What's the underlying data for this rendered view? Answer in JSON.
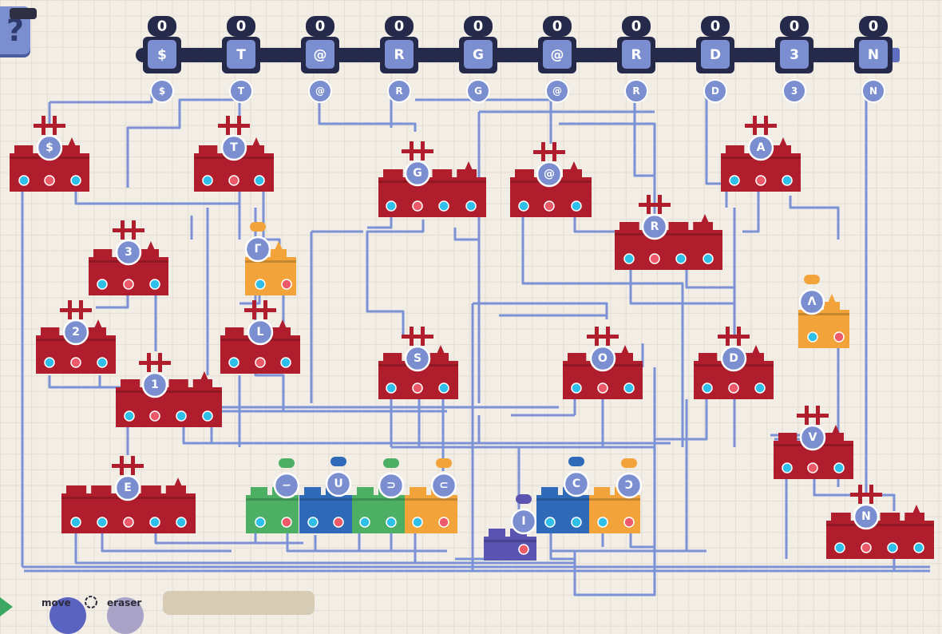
{
  "tape": {
    "counters": [
      "0",
      "0",
      "0",
      "0",
      "0",
      "0",
      "0",
      "0",
      "0",
      "0"
    ],
    "symbols": [
      "$",
      "T",
      "@",
      "R",
      "G",
      "@",
      "R",
      "D",
      "3",
      "N"
    ],
    "outputs": [
      "$",
      "T",
      "@",
      "R",
      "G",
      "@",
      "R",
      "D",
      "3",
      "N"
    ]
  },
  "factories": [
    {
      "id": "f-dollar",
      "label": "$",
      "color": "red"
    },
    {
      "id": "f-T",
      "label": "T",
      "color": "red"
    },
    {
      "id": "f-G",
      "label": "G",
      "color": "red"
    },
    {
      "id": "f-at",
      "label": "@",
      "color": "red"
    },
    {
      "id": "f-A",
      "label": "A",
      "color": "red"
    },
    {
      "id": "f-R",
      "label": "R",
      "color": "red"
    },
    {
      "id": "f-3",
      "label": "3",
      "color": "red"
    },
    {
      "id": "f-gamma",
      "label": "Γ",
      "color": "orange"
    },
    {
      "id": "f-2",
      "label": "2",
      "color": "red"
    },
    {
      "id": "f-L",
      "label": "L",
      "color": "red"
    },
    {
      "id": "f-1",
      "label": "1",
      "color": "red"
    },
    {
      "id": "f-S",
      "label": "S",
      "color": "red"
    },
    {
      "id": "f-O",
      "label": "O",
      "color": "red"
    },
    {
      "id": "f-D",
      "label": "D",
      "color": "red"
    },
    {
      "id": "f-lambda",
      "label": "Λ",
      "color": "orange"
    },
    {
      "id": "f-V",
      "label": "V",
      "color": "red"
    },
    {
      "id": "f-E",
      "label": "E",
      "color": "red"
    },
    {
      "id": "f-N",
      "label": "N",
      "color": "red"
    },
    {
      "id": "f-minus",
      "label": "−",
      "color": "green"
    },
    {
      "id": "f-U",
      "label": "U",
      "color": "blue"
    },
    {
      "id": "f-supset",
      "label": "⊃",
      "color": "green"
    },
    {
      "id": "f-subset",
      "label": "⊂",
      "color": "orange"
    },
    {
      "id": "f-I",
      "label": "I",
      "color": "purple"
    },
    {
      "id": "f-C",
      "label": "C",
      "color": "blue"
    },
    {
      "id": "f-revC",
      "label": "Ɔ",
      "color": "orange"
    }
  ],
  "toolbar": {
    "move_label": "move",
    "eraser_label": "eraser"
  },
  "help": {
    "label": "?"
  },
  "colors": {
    "wire": "#7b93d6",
    "factory_red": "#b01e2e",
    "factory_orange": "#f2a33a",
    "factory_green": "#4caf64",
    "factory_blue": "#2e6ab8",
    "factory_purple": "#5a54b0",
    "port_blue": "#2fc0ea",
    "port_red": "#ef5a6a",
    "tape_dark": "#252a4a",
    "tape_chip": "#7b8fd0"
  }
}
